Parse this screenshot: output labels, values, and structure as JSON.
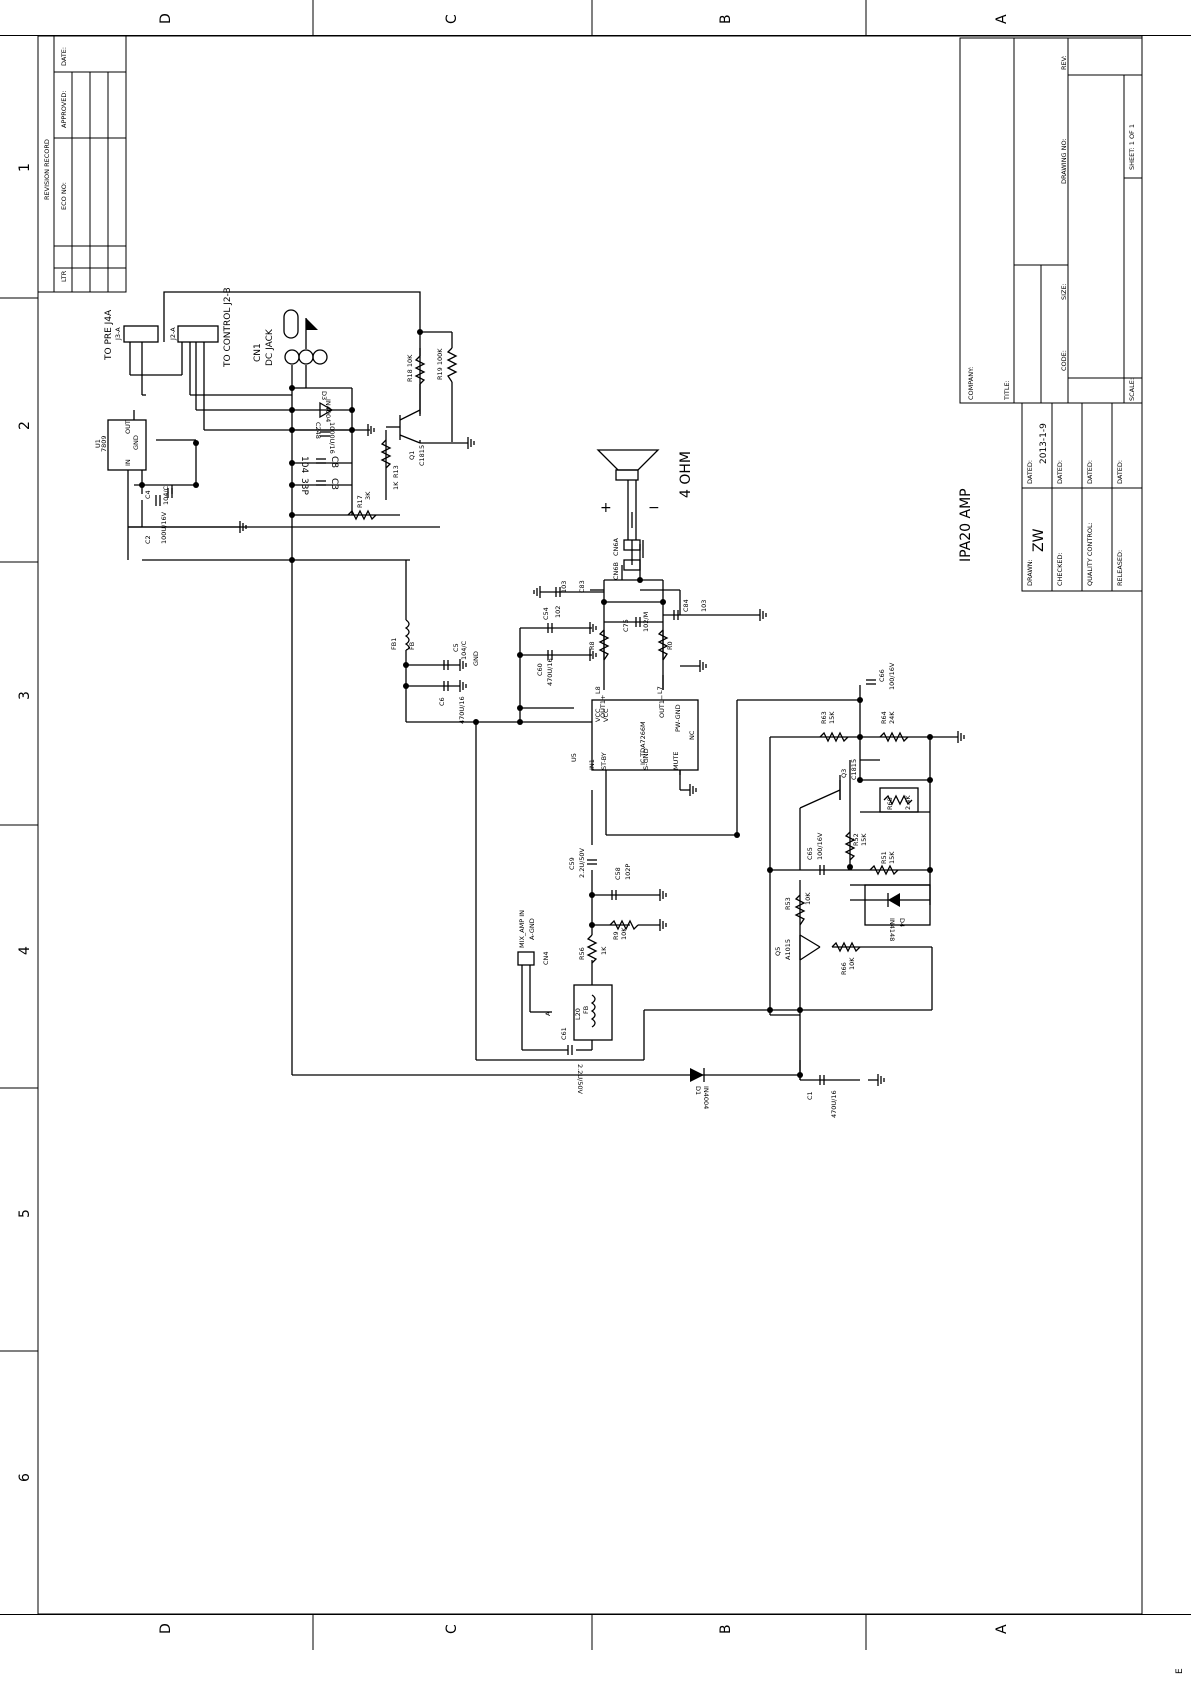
{
  "border": {
    "columns": [
      "D",
      "C",
      "B",
      "A"
    ],
    "rows": [
      "1",
      "2",
      "3",
      "4",
      "5",
      "6"
    ],
    "corner": "E"
  },
  "revision_record": {
    "title": "REVISION RECORD",
    "cols": [
      "LTR",
      "ECO NO:",
      "APPROVED:",
      "DATE:"
    ]
  },
  "title_block": {
    "company": "COMPANY:",
    "title": "TITLE:",
    "code": "CODE:",
    "size": "SIZE:",
    "drawing_no": "DRAWING NO:",
    "rev": "REV:",
    "scale": "SCALE:",
    "sheet": "SHEET:  1   OF   1",
    "drawn": "DRAWN:",
    "drawn_value": "ZW",
    "dated": "DATED:",
    "dated_value": "2013-1-9",
    "checked": "CHECKED:",
    "quality": "QUALITY CONTROL:",
    "released": "RELEASED:",
    "project": "IPA20 AMP"
  },
  "labels": {
    "to_pre": "TO PRE J4A",
    "to_control": "TO CONTROL J2-B",
    "j3": "J3-A",
    "j2": "J2-A",
    "cn1": "CN1",
    "dc_jack": "DC JACK",
    "speaker": "4 OHM",
    "plus": "+",
    "minus": "−",
    "u1": "U1",
    "u1_part": "7809",
    "u1_in": "IN",
    "u1_gnd": "GND",
    "u1_out": "OUT",
    "c4": "C4",
    "c4v": "104/C",
    "c2": "C2",
    "c2v": "100U/16V",
    "d3": "D3",
    "d3v": "IN4004",
    "c248": "C248",
    "c248v": "1000U/16",
    "c8": "C8",
    "c8v": "104",
    "c3": "C3",
    "c3v": "33P",
    "q1": "Q1",
    "q1v": "C1815",
    "r13": "R13",
    "r13v": "1K",
    "r17": "R17",
    "r17v": "3K",
    "r18": "R18 10K",
    "r19": "R19 100K",
    "fb1": "FB1",
    "fb1v": "FB",
    "c5": "C5",
    "c5v": "104/C",
    "c6": "C6",
    "c6v": "470U/16",
    "gnd": "GND",
    "c54": "C54",
    "c54v": "102",
    "c60": "C60",
    "c60v": "470U/16",
    "c83": "C83",
    "c83v": "103",
    "c75": "C75",
    "c75v": "102/M",
    "c84": "C84",
    "c84v": "103",
    "cn6a": "CN6A",
    "cn6b": "CN6B",
    "r8": "R8",
    "r8v": "L8",
    "r0": "R0",
    "r0v": "L7",
    "u5": "U5",
    "u5_part": "IC-TDA7266M",
    "u5_vcc": "VCC",
    "u5_outp": "OUT1+",
    "u5_outn": "OUT1−",
    "u5_pwgnd": "PW-GND",
    "u5_inp": "IN1",
    "u5_stby": "ST-BY",
    "u5_sgnd": "S-GND",
    "u5_mute": "MUTE",
    "u5_nc": "NC",
    "c66": "C66",
    "c66v": "100/16V",
    "r63": "R63",
    "r63v": "15K",
    "r64": "R64",
    "r64v": "24K",
    "q3": "Q3",
    "q3v": "C1815",
    "r68": "R68",
    "r68v": "2.4K",
    "c65": "C65",
    "c65v": "100/16V",
    "r52": "R52",
    "r52v": "15K",
    "r51": "R51",
    "r51v": "15K",
    "d4": "D4",
    "d4v": "IN4148",
    "r53": "R53",
    "r53v": "10K",
    "q5": "Q5",
    "q5v": "A1015",
    "r66": "R66",
    "r66v": "10K",
    "c59": "C59",
    "c59v": "2.2U/50V",
    "c58": "C58",
    "c58v": "102P",
    "r9": "R9",
    "r9v": "10K",
    "r56": "R56",
    "r56v": "1K",
    "cn4": "CN4",
    "mix_in": "MIX_AMP IN",
    "a_gnd": "A-GND",
    "a_lbl": "A",
    "l20": "L20",
    "l20v": "FB",
    "c61": "C61",
    "c61v": "2.2U/50V",
    "d1": "D1",
    "d1v": "IN4004",
    "c1": "C1",
    "c1v": "470U/16"
  }
}
